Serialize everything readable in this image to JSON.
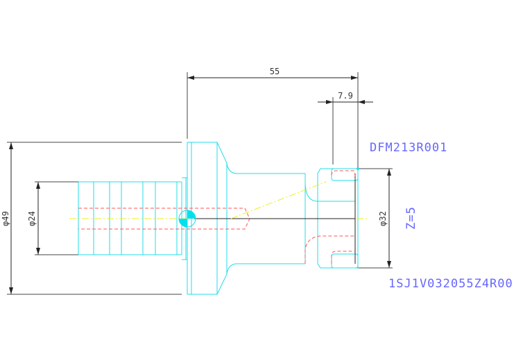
{
  "dimensions": {
    "overall_length": "55",
    "head_length": "7.9",
    "flange_diameter": "φ49",
    "shank_diameter": "φ24",
    "head_diameter": "φ32"
  },
  "labels": {
    "part_code": "DFM213R001",
    "teeth": "Z=5",
    "article_number": "1SJ1V032055Z4R00"
  },
  "colors": {
    "outline": "#22dde8",
    "hidden": "#ff5555",
    "centerline": "#eeee22",
    "label": "#6666ff"
  }
}
